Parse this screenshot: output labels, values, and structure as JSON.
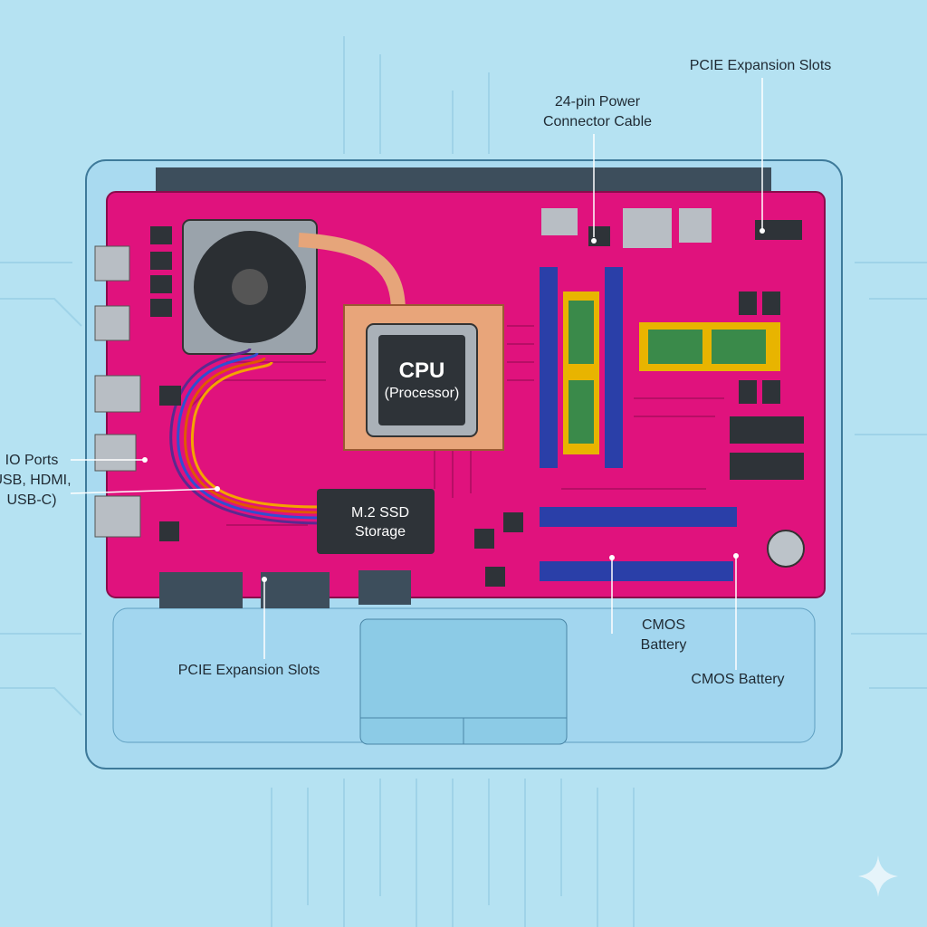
{
  "colors": {
    "background": "#b5e2f2",
    "board": "#e0127d",
    "case": "#a9daf0",
    "slot": "#2a3fa8",
    "ram": "#e8b400"
  },
  "cpu": {
    "title": "CPU",
    "subtitle": "(Processor)"
  },
  "ssd": {
    "line1": "M.2 SSD",
    "line2": "Storage"
  },
  "labels": {
    "pcie_top": "PCIE Expansion Slots",
    "power_line1": "24-pin Power",
    "power_line2": "Connector Cable",
    "io_line1": "IO Ports",
    "io_line2": "USB, HDMI,",
    "io_line3": "USB-C)",
    "pcie_bottom": "PCIE Expansion Slots",
    "cmos1_line1": "CMOS",
    "cmos1_line2": "Battery",
    "cmos2": "CMOS Battery"
  }
}
